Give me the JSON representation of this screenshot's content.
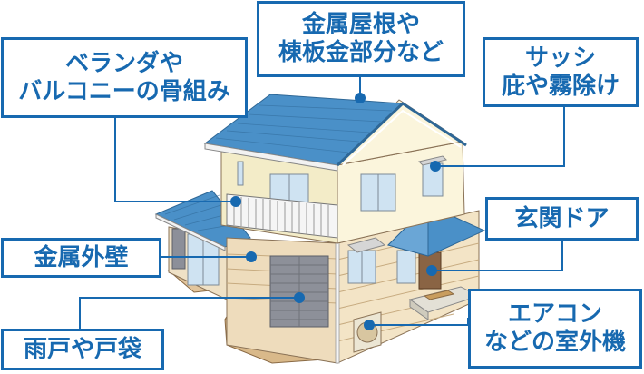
{
  "diagram": {
    "subject": "house-illustration",
    "accent_color": "#1769b0",
    "roof_color": "#4a90c8",
    "callouts": [
      {
        "id": "roof",
        "lines": [
          "金属屋根や",
          "棟板金部分など"
        ]
      },
      {
        "id": "balcony",
        "lines": [
          "ベランダや",
          "バルコニーの骨組み"
        ]
      },
      {
        "id": "sash",
        "lines": [
          "サッシ",
          "庇や霧除け"
        ]
      },
      {
        "id": "entrance-door",
        "lines": [
          "玄関ドア"
        ]
      },
      {
        "id": "metal-siding",
        "lines": [
          "金属外壁"
        ]
      },
      {
        "id": "shutter",
        "lines": [
          "雨戸や戸袋"
        ]
      },
      {
        "id": "ac-unit",
        "lines": [
          "エアコン",
          "などの室外機"
        ]
      }
    ]
  }
}
